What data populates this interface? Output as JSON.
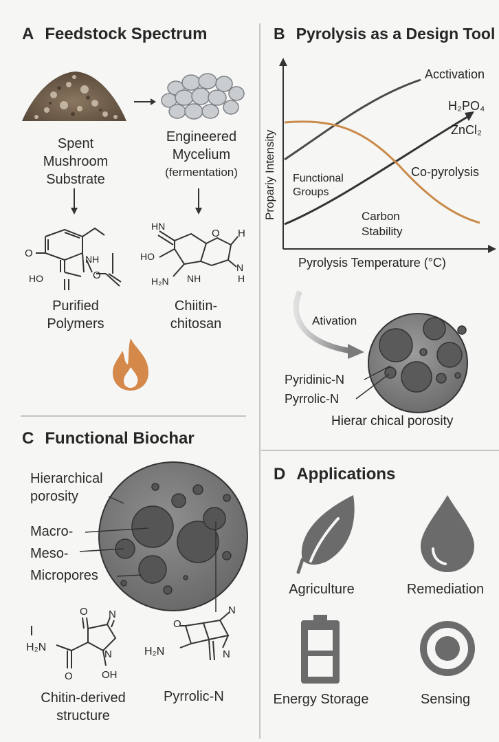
{
  "panelA": {
    "letter": "A",
    "title": "Feedstock Spectrum",
    "spent_label": [
      "Spent",
      "Mushroom",
      "Substrate"
    ],
    "mycelium_label": [
      "Engineered",
      "Mycelium",
      "(fermentation)"
    ],
    "purified_label": [
      "Purified",
      "Polymers"
    ],
    "chitin_label": [
      "Chiitin-",
      "chitosan"
    ],
    "mol1_atoms": [
      "O",
      "NH",
      "HO",
      "O"
    ],
    "mol2_atoms": [
      "HN",
      "O",
      "H",
      "HO",
      "N",
      "H",
      "H₂N",
      "NH"
    ]
  },
  "panelB": {
    "letter": "B",
    "title": "Pyrolysis as a Design Tool",
    "ylabel": "Propariy Intensity",
    "xlabel": "Pyrolysis Temperature (°C)",
    "curve_labels": [
      "Acctivation",
      "H₂PO₄",
      "ZnCl₂",
      "Co-pyrolysis"
    ],
    "functional_groups": [
      "Functional",
      "Groups"
    ],
    "carbon_stability": [
      "Carbon",
      "Stability"
    ],
    "ativation": "Ativation",
    "pyridinic": "Pyridinic-N",
    "pyrrolic": "Pyrrolic-N",
    "hier": "Hierar chical porosity"
  },
  "panelC": {
    "letter": "C",
    "title": "Functional Biochar",
    "labels": [
      "Hierarchical",
      "porosity",
      "Macro-",
      "Meso-",
      "Micropores"
    ],
    "chitin_derived": [
      "Chitin-derived",
      "structure"
    ],
    "pyrrolic": "Pyrrolic-N",
    "mol3_atoms": [
      "O",
      "N",
      "H₂N",
      "O",
      "N",
      "OH"
    ],
    "mol4_atoms": [
      "O",
      "N",
      "H₂N",
      "N"
    ]
  },
  "panelD": {
    "letter": "D",
    "title": "Applications",
    "items": [
      "Agriculture",
      "Remediation",
      "Energy Storage",
      "Sensing"
    ],
    "icons": [
      "leaf-icon",
      "droplet-icon",
      "battery-icon",
      "target-icon"
    ]
  },
  "colors": {
    "orange": "#c98a4a",
    "dark": "#3a3a3a",
    "grey": "#6b6b6b",
    "divider": "#bdbdbd"
  }
}
